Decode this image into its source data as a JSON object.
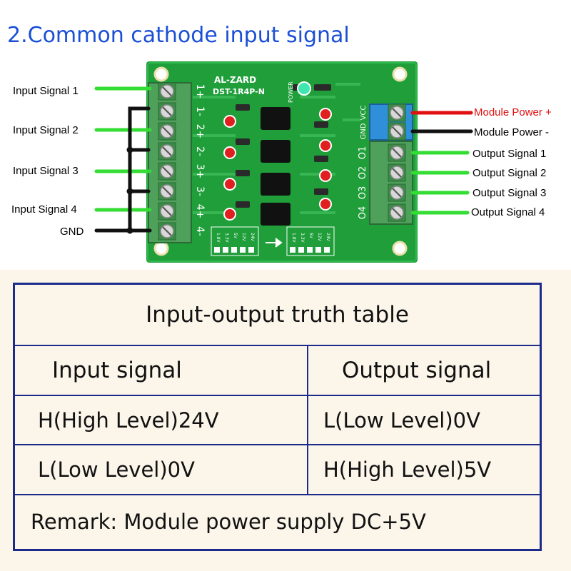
{
  "heading": "2.Common cathode input signal",
  "board": {
    "brand": "AL-ZARD",
    "model": "DST-1R4P-N",
    "power_led_label": "POWER",
    "input_terminal_labels": [
      "1+",
      "1-",
      "2+",
      "2-",
      "3+",
      "3-",
      "4+",
      "4-"
    ],
    "output_terminal_labels": [
      "VCC",
      "GND",
      "O1",
      "O2",
      "O3",
      "O4"
    ],
    "voltage_options": [
      "1.8V",
      "3.3V",
      "5V",
      "12V",
      "24V"
    ]
  },
  "inputs": {
    "labels": [
      "Input Signal 1",
      "Input Signal 2",
      "Input Signal 3",
      "Input Signal 4"
    ],
    "gnd": "GND"
  },
  "outputs": {
    "power_plus": "Module Power +",
    "power_minus": "Module Power -",
    "labels": [
      "Output Signal 1",
      "Output Signal 2",
      "Output Signal 3",
      "Output Signal 4"
    ]
  },
  "colors": {
    "heading": "#1a4fd6",
    "pcb": "#1f9e3a",
    "signal_wire": "#33dd33",
    "power_wire_red": "#e01010",
    "table_border": "#1c2a8a"
  },
  "table": {
    "title": "Input-output truth table",
    "col_headers": [
      "Input signal",
      "Output signal"
    ],
    "rows": [
      [
        "H(High Level)24V",
        "L(Low Level)0V"
      ],
      [
        "L(Low Level)0V",
        "H(High Level)5V"
      ]
    ],
    "remark": "Remark: Module power supply DC+5V"
  }
}
